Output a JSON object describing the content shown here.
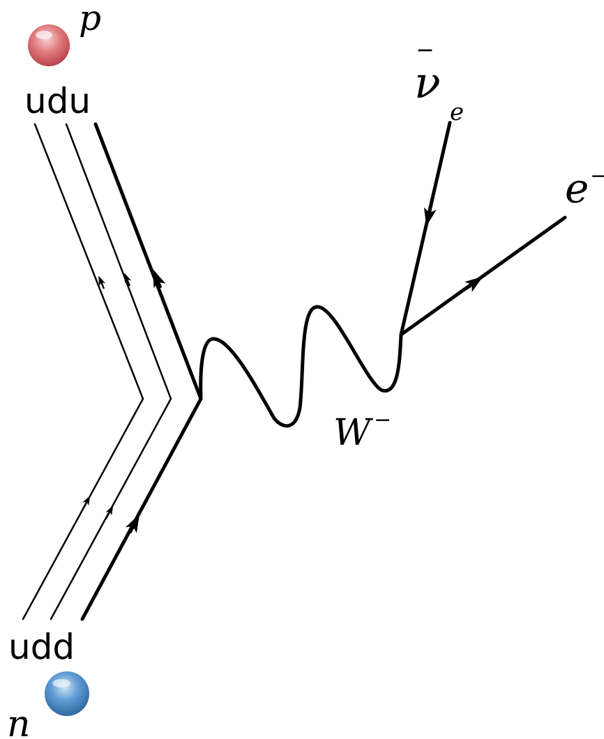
{
  "labels": {
    "proton_symbol": "p",
    "proton_quarks": "udu",
    "neutron_quarks": "udd",
    "neutron_symbol": "n",
    "boson": "W",
    "boson_charge": "−",
    "antineutrino": "ν",
    "antineutrino_bar": "‾",
    "antineutrino_flavor": "e",
    "electron": "e",
    "electron_charge": "−"
  },
  "colors": {
    "proton_ball": "#d9545a",
    "neutron_ball": "#3d7dbf",
    "line": "#000000"
  }
}
